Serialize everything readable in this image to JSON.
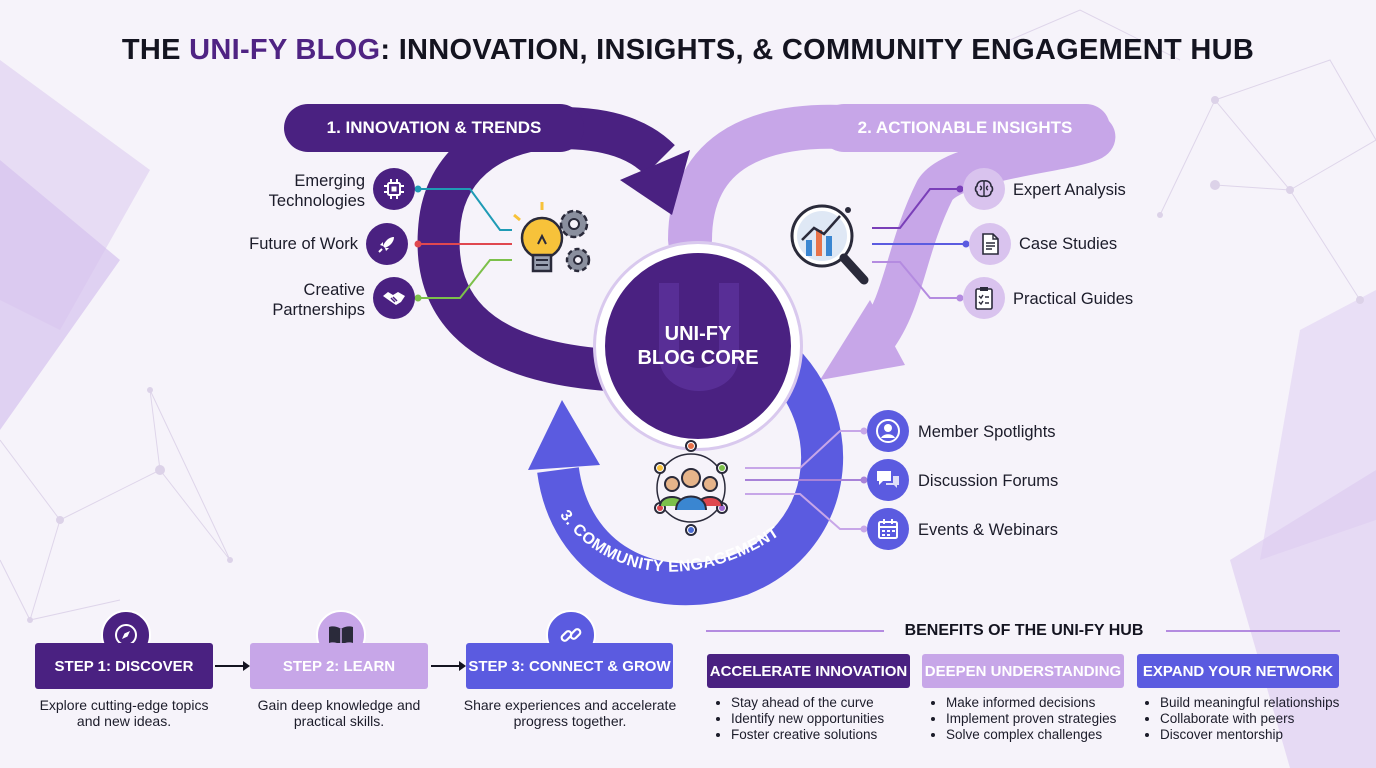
{
  "title": {
    "prefix": "THE ",
    "brand": "UNI-FY BLOG",
    "suffix": ": INNOVATION, INSIGHTS, & COMMUNITY ENGAGEMENT HUB"
  },
  "colors": {
    "dark_purple": "#4a2181",
    "light_purple": "#c7a6e8",
    "blue": "#5b5be0",
    "background": "#f6f3fa"
  },
  "sections": {
    "innovation": {
      "label": "1. INNOVATION & TRENDS",
      "icon": "lightbulb-gears-icon",
      "items": [
        {
          "label": "Emerging\nTechnologies",
          "icon": "chip-icon",
          "line_color": "#1f9bb5"
        },
        {
          "label": "Future of Work",
          "icon": "rocket-icon",
          "line_color": "#e0484f"
        },
        {
          "label": "Creative\nPartnerships",
          "icon": "handshake-icon",
          "line_color": "#7cc04a"
        }
      ]
    },
    "insights": {
      "label": "2. ACTIONABLE INSIGHTS",
      "icon": "magnifier-chart-icon",
      "items": [
        {
          "label": "Expert Analysis",
          "icon": "brain-icon"
        },
        {
          "label": "Case Studies",
          "icon": "document-icon"
        },
        {
          "label": "Practical Guides",
          "icon": "clipboard-icon"
        }
      ]
    },
    "community": {
      "label": "3. COMMUNITY ENGAGEMENT",
      "icon": "people-network-icon",
      "items": [
        {
          "label": "Member Spotlights",
          "icon": "user-circle-icon"
        },
        {
          "label": "Discussion Forums",
          "icon": "chat-bubbles-icon"
        },
        {
          "label": "Events & Webinars",
          "icon": "calendar-icon"
        }
      ]
    }
  },
  "core": {
    "line1": "UNI-FY",
    "line2": "BLOG CORE"
  },
  "steps": [
    {
      "label": "STEP 1: DISCOVER",
      "desc_1": "Explore cutting-edge topics",
      "desc_2": "and new ideas.",
      "icon": "compass-icon"
    },
    {
      "label": "STEP 2: LEARN",
      "desc_1": "Gain deep knowledge and",
      "desc_2": "practical skills.",
      "icon": "book-icon"
    },
    {
      "label": "STEP 3: CONNECT & GROW",
      "desc_1": "Share experiences and accelerate",
      "desc_2": "progress together.",
      "icon": "link-icon"
    }
  ],
  "benefits": {
    "title": "BENEFITS OF THE UNI-FY HUB",
    "columns": [
      {
        "heading": "ACCELERATE INNOVATION",
        "items": [
          "Stay ahead of the curve",
          "Identify new opportunities",
          "Foster creative solutions"
        ]
      },
      {
        "heading": "DEEPEN UNDERSTANDING",
        "items": [
          "Make informed decisions",
          "Implement proven strategies",
          "Solve complex challenges"
        ]
      },
      {
        "heading": "EXPAND YOUR NETWORK",
        "items": [
          "Build meaningful relationships",
          "Collaborate with peers",
          "Discover mentorship"
        ]
      }
    ]
  }
}
